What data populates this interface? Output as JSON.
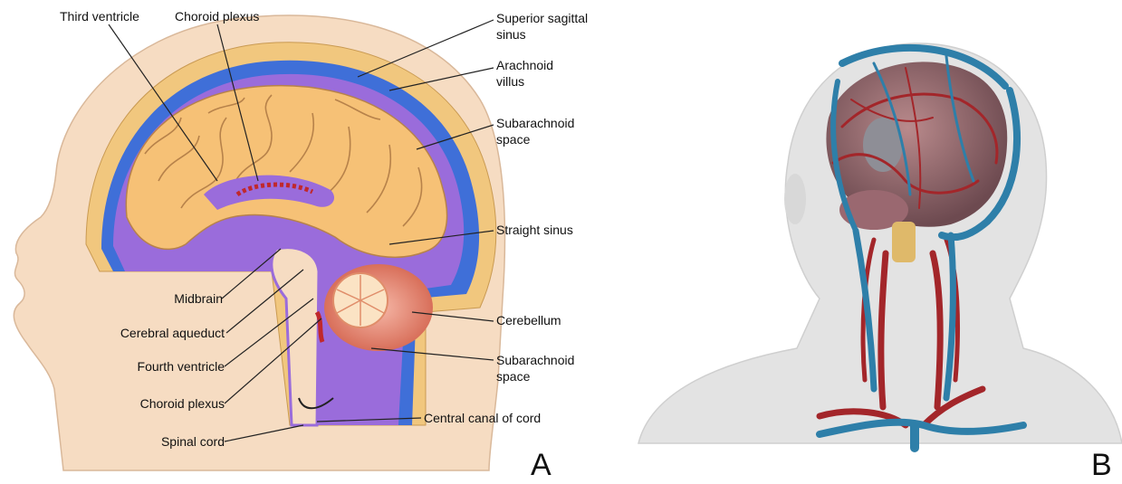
{
  "panelA": {
    "letter": "A",
    "labels": {
      "third_ventricle": "Third ventricle",
      "choroid_plexus_top": "Choroid plexus",
      "superior_sagittal_sinus_1": "Superior sagittal",
      "superior_sagittal_sinus_2": "sinus",
      "arachnoid_villus_1": "Arachnoid",
      "arachnoid_villus_2": "villus",
      "subarachnoid_space_top_1": "Subarachnoid",
      "subarachnoid_space_top_2": "space",
      "straight_sinus": "Straight sinus",
      "midbrain": "Midbrain",
      "cerebral_aqueduct": "Cerebral aqueduct",
      "fourth_ventricle": "Fourth ventricle",
      "choroid_plexus_bottom": "Choroid plexus",
      "spinal_cord": "Spinal cord",
      "cerebellum": "Cerebellum",
      "subarachnoid_space_bottom_1": "Subarachnoid",
      "subarachnoid_space_bottom_2": "space",
      "central_canal": "Central canal of cord"
    }
  },
  "panelB": {
    "letter": "B"
  },
  "colors": {
    "skin": "#f6dcc2",
    "skull": "#f1c77e",
    "dura": "#3f6fd8",
    "csf": "#9a6cdb",
    "brain": "#f6c176",
    "cerebellum": "#f9d3a1",
    "choroid": "#c0282c",
    "artery": "#a3262a",
    "vein": "#2e7fa9",
    "head_ghost": "#e3e3e3"
  }
}
